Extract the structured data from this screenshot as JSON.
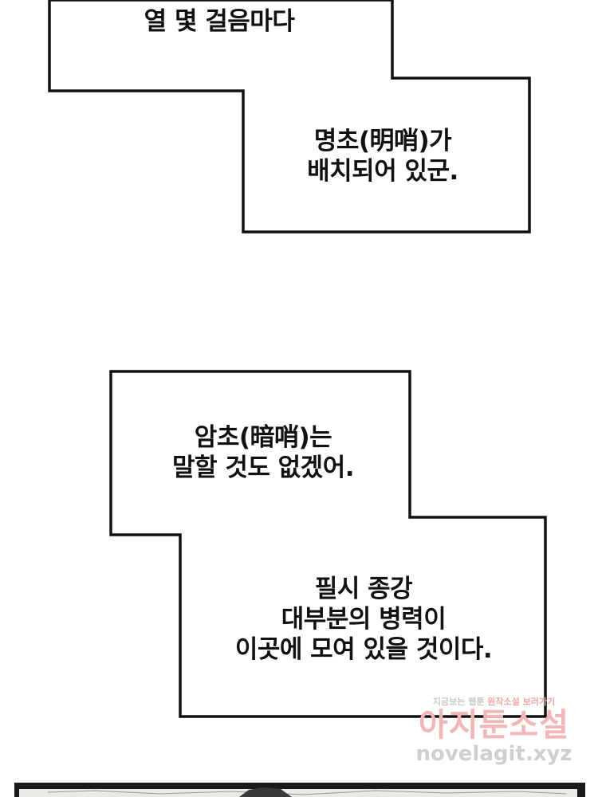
{
  "captions": {
    "top_line": "열 몇 걸음마다",
    "myeongcho": [
      "명초(明哨)가",
      "배치되어 있군."
    ],
    "amcho": [
      "암초(暗哨)는",
      "말할 것도 없겠어."
    ],
    "pilsi": [
      "필시 종강",
      "대부분의 병력이",
      "이곳에 모여 있을 것이다."
    ]
  },
  "watermark": {
    "tagline_part1": "지금보는 웹툰",
    "tagline_part2": "원작소설",
    "tagline_part3": "보러가기",
    "brand": "아지툰소설",
    "domain": "novelagit.xyz"
  },
  "colors": {
    "ink": "#111111",
    "background": "#ffffff",
    "watermark_pink": "#f3b6b6",
    "watermark_gray": "#cfcfcf"
  }
}
